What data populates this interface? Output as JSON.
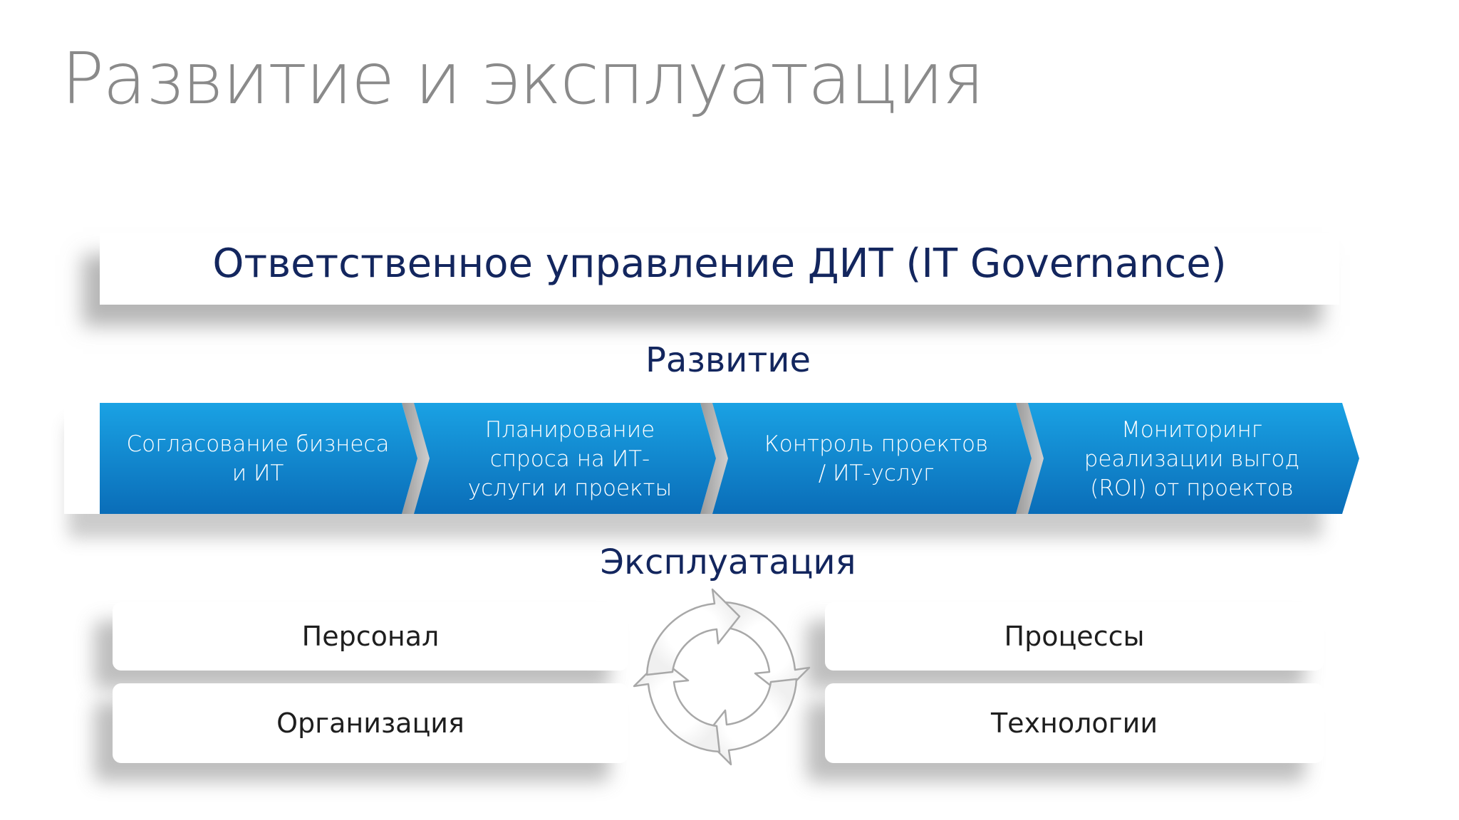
{
  "title": "Развитие и эксплуатация",
  "governance": {
    "label": "Ответственное управление ДИТ (IT Governance)"
  },
  "development": {
    "label": "Развитие",
    "steps": [
      {
        "line1": "Согласование бизнеса",
        "line2": "и ИТ",
        "line3": ""
      },
      {
        "line1": "Планирование",
        "line2": "спроса на ИТ-",
        "line3": "услуги и проекты"
      },
      {
        "line1": "Контроль проектов",
        "line2": "/ ИТ-услуг",
        "line3": ""
      },
      {
        "line1": "Мониторинг",
        "line2": "реализации выгод",
        "line3": "(ROI) от проектов"
      }
    ]
  },
  "operations": {
    "label": "Эксплуатация",
    "items": {
      "people": "Персонал",
      "organization": "Организация",
      "processes": "Процессы",
      "technologies": "Технологии"
    },
    "cycle_icon": "cycle-arrows-icon"
  },
  "colors": {
    "title": "#8a8a8a",
    "heading": "#13265e",
    "chevron_top": "#1aa2e4",
    "chevron_bottom": "#0a6db8",
    "text_dark": "#1e1e1e"
  }
}
